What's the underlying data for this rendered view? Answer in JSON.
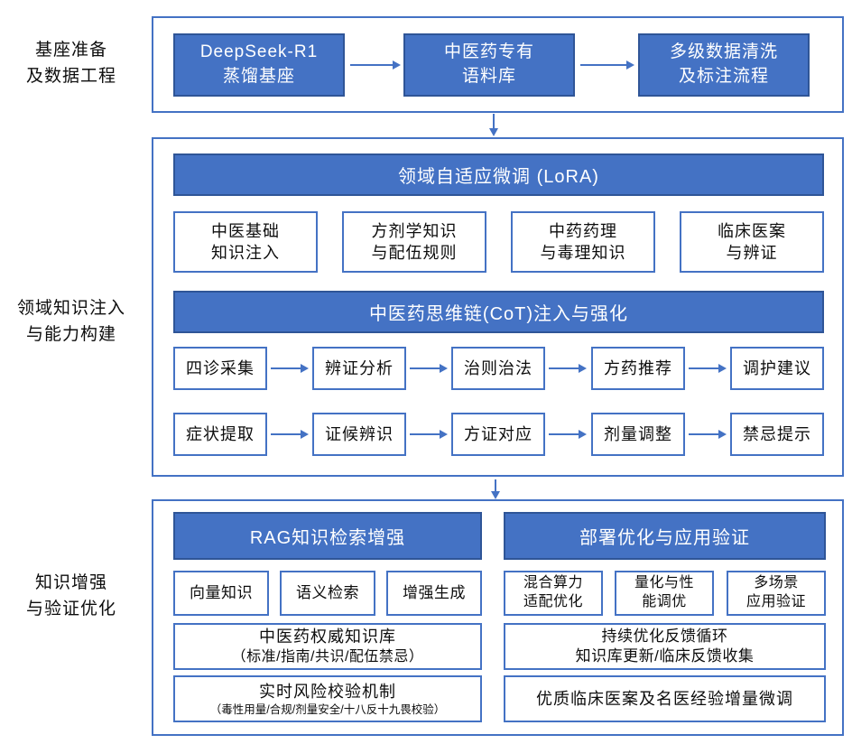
{
  "colors": {
    "blue_fill": "#4472C4",
    "blue_box_border": "#2F5597",
    "white_box_border": "#4472C4",
    "arrow": "#4472C4",
    "text_dark": "#0d0d0d",
    "text_light": "#ffffff"
  },
  "stage_labels": [
    {
      "lines": [
        "基座准备",
        "及数据工程"
      ]
    },
    {
      "lines": [
        "领域知识注入",
        "与能力构建"
      ]
    },
    {
      "lines": [
        "知识增强",
        "与验证优化"
      ]
    }
  ],
  "top_section": {
    "nodes": [
      {
        "lines": [
          "DeepSeek-R1",
          "蒸馏基座"
        ]
      },
      {
        "lines": [
          "中医药专有",
          "语料库"
        ]
      },
      {
        "lines": [
          "多级数据清洗",
          "及标注流程"
        ]
      }
    ]
  },
  "middle_section": {
    "lora_header": "领域自适应微调 (LoRA)",
    "knowledge_boxes": [
      {
        "lines": [
          "中医基础",
          "知识注入"
        ]
      },
      {
        "lines": [
          "方剂学知识",
          "与配伍规则"
        ]
      },
      {
        "lines": [
          "中药药理",
          "与毒理知识"
        ]
      },
      {
        "lines": [
          "临床医案",
          "与辨证"
        ]
      }
    ],
    "cot_header": "中医药思维链(CoT)注入与强化",
    "cot_row1": [
      "四诊采集",
      "辨证分析",
      "治则治法",
      "方药推荐",
      "调护建议"
    ],
    "cot_row2": [
      "症状提取",
      "证候辨识",
      "方证对应",
      "剂量调整",
      "禁忌提示"
    ]
  },
  "bottom_section": {
    "left": {
      "header": "RAG知识检索增强",
      "small_boxes": [
        "向量知识",
        "语义检索",
        "增强生成"
      ],
      "mid_box": {
        "title": "中医药权威知识库",
        "subtitle": "（标准/指南/共识/配伍禁忌）"
      },
      "lower_box": {
        "title": "实时风险校验机制",
        "subtitle": "（毒性用量/合规/剂量安全/十八反十九畏校验）"
      }
    },
    "right": {
      "header": "部署优化与应用验证",
      "small_boxes": [
        {
          "lines": [
            "混合算力",
            "适配优化"
          ]
        },
        {
          "lines": [
            "量化与性",
            "能调优"
          ]
        },
        {
          "lines": [
            "多场景",
            "应用验证"
          ]
        }
      ],
      "mid_box": {
        "title": "持续优化反馈循环",
        "subtitle": "知识库更新/临床反馈收集"
      },
      "lower_box": {
        "title": "优质临床医案及名医经验增量微调"
      }
    }
  }
}
